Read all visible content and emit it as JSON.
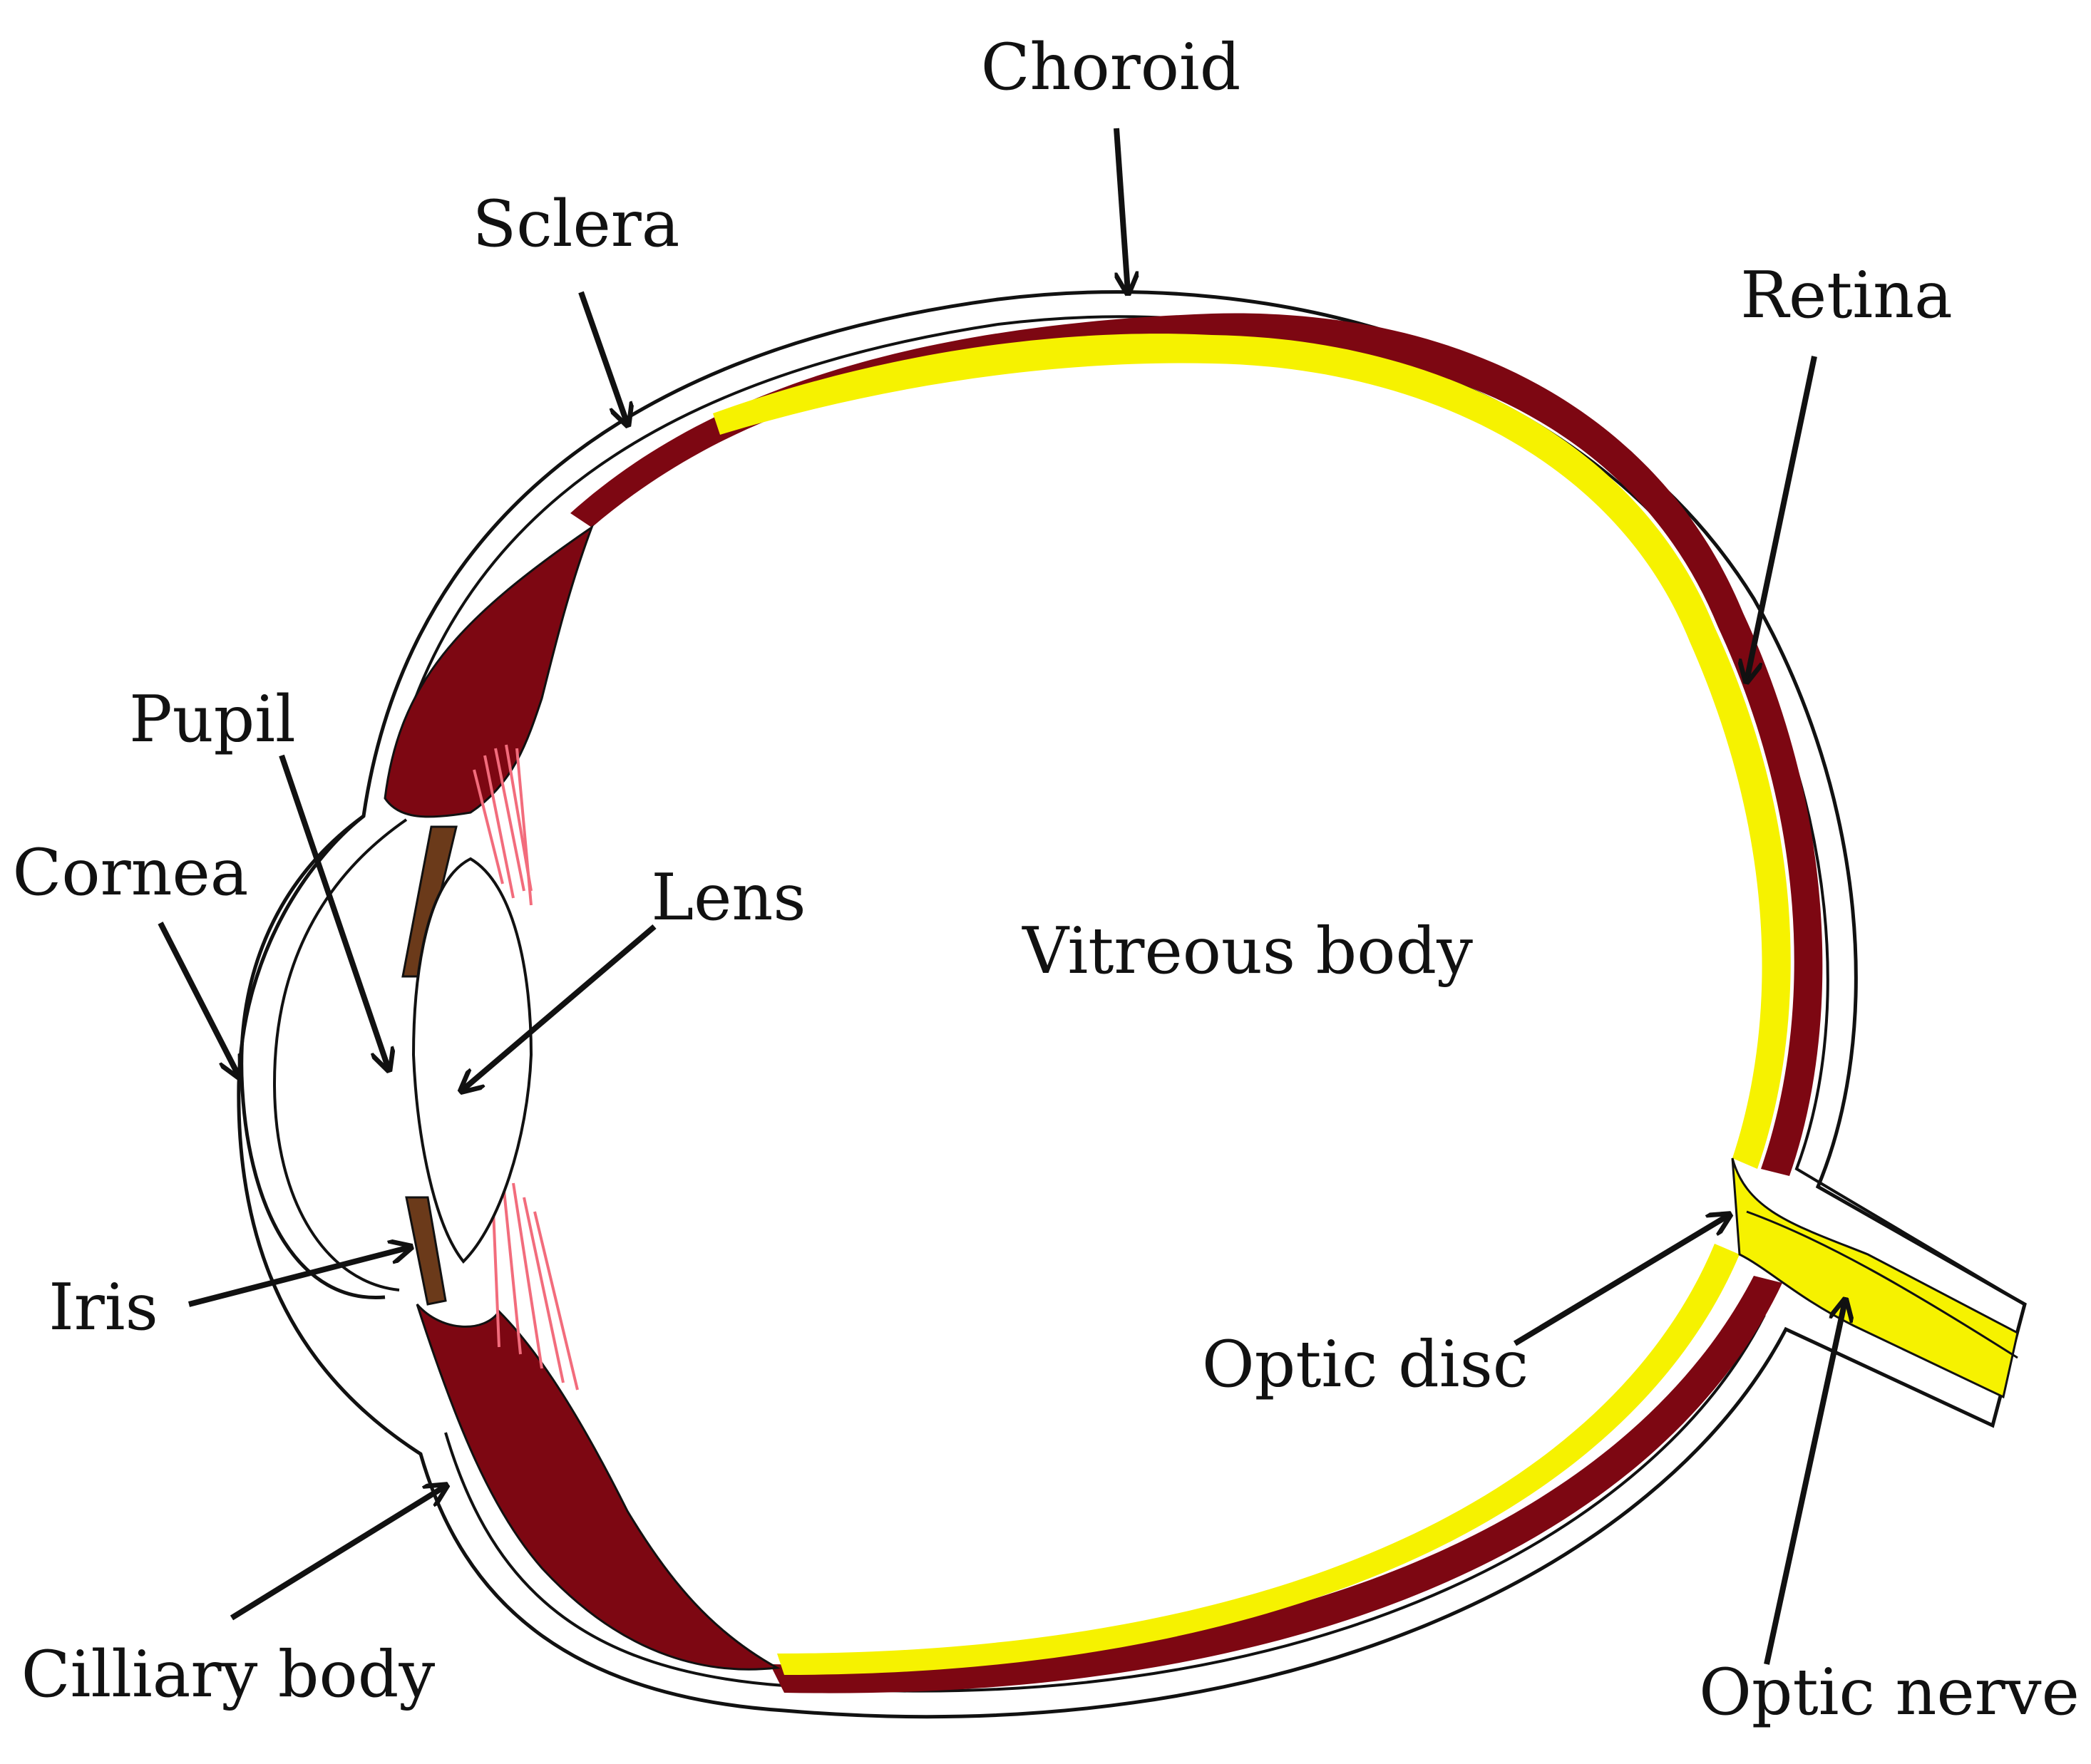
{
  "labels": {
    "choroid": "Choroid",
    "sclera": "Sclera",
    "retina": "Retina",
    "pupil": "Pupil",
    "cornea": "Cornea",
    "lens": "Lens",
    "vitreous_body": "Vitreous body",
    "iris": "Iris",
    "optic_disc": "Optic disc",
    "cilliary_body": "Cilliary body",
    "optic_nerve": "Optic nerve"
  },
  "colors": {
    "choroid": "#7d0712",
    "retina": "#f6f200",
    "iris": "#6b3a1a",
    "zonules": "#f26c7c",
    "outline": "#111111",
    "background": "#ffffff"
  }
}
